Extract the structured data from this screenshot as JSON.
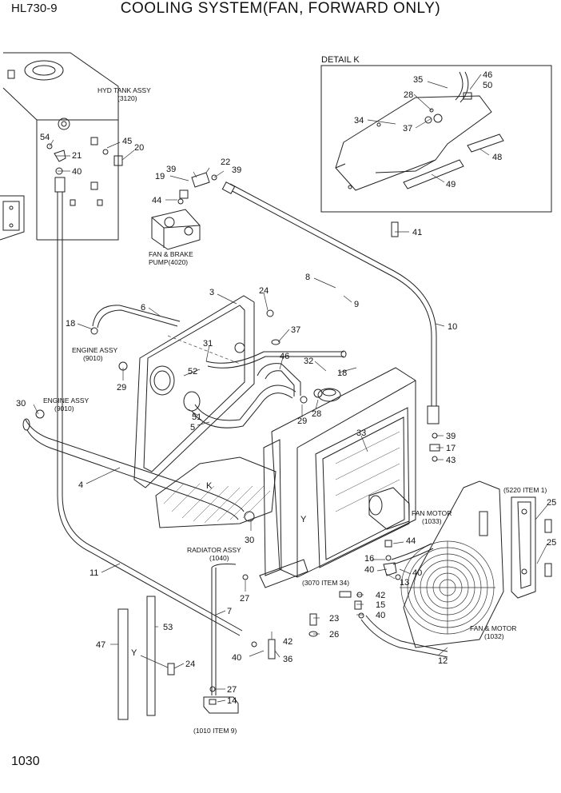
{
  "header": {
    "model": "HL730-9",
    "title": "COOLING SYSTEM(FAN, FORWARD ONLY)"
  },
  "footer": {
    "page_number": "1030"
  },
  "detail_label": "DETAIL K",
  "reference_labels": {
    "k": "K",
    "y_upper": "Y",
    "y_lower": "Y"
  },
  "notes": {
    "hyd_tank_1": "HYD TANK ASSY",
    "hyd_tank_2": "(3120)",
    "pump_1": "FAN & BRAKE",
    "pump_2": "PUMP(4020)",
    "engine_a_1": "ENGINE ASSY",
    "engine_a_2": "(9010)",
    "engine_b_1": "ENGINE ASSY",
    "engine_b_2": "(9010)",
    "radiator_1": "RADIATOR ASSY",
    "radiator_2": "(1040)",
    "fanmotor_1": "FAN MOTOR",
    "fanmotor_2": "(1033)",
    "item5220": "(5220 ITEM 1)",
    "item3070": "(3070 ITEM 34)",
    "fanandmotor_1": "FAN & MOTOR",
    "fanandmotor_2": "(1032)",
    "item1010": "(1010 ITEM 9)"
  },
  "callouts": {
    "p54": "54",
    "p21": "21",
    "p40a": "40",
    "p45": "45",
    "p20": "20",
    "p19": "19",
    "p39a": "39",
    "p22": "22",
    "p39b": "39",
    "p44a": "44",
    "p35": "35",
    "p46": "46",
    "p50": "50",
    "p28a": "28",
    "p34": "34",
    "p37a": "37",
    "p48": "48",
    "p49": "49",
    "p41": "41",
    "p8": "8",
    "p9": "9",
    "p10": "10",
    "p3": "3",
    "p6": "6",
    "p24a": "24",
    "p18a": "18",
    "p37b": "37",
    "p31": "31",
    "p46b": "46",
    "p32": "32",
    "p18b": "18",
    "p52": "52",
    "p29a": "29",
    "p30a": "30",
    "p51": "51",
    "p5": "5",
    "p28b": "28",
    "p29b": "29",
    "p33": "33",
    "p39c": "39",
    "p17": "17",
    "p43": "43",
    "p4": "4",
    "p30b": "30",
    "p44b": "44",
    "p25a": "25",
    "p25b": "25",
    "p16": "16",
    "p40b": "40",
    "p40c": "40",
    "p13": "13",
    "p11": "11",
    "p27a": "27",
    "p7": "7",
    "p42a": "42",
    "p15": "15",
    "p40d": "40",
    "p23": "23",
    "p26": "26",
    "p47": "47",
    "p53": "53",
    "p24b": "24",
    "p40e": "40",
    "p42b": "42",
    "p36": "36",
    "p27b": "27",
    "p14": "14",
    "p12": "12"
  }
}
